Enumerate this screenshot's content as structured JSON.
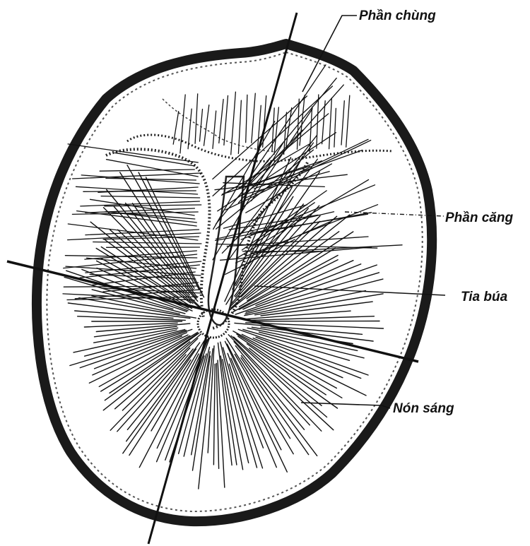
{
  "labels": {
    "pars_flaccida": "Phần chùng",
    "pars_tensa": "Phần căng",
    "malleus_stria": "Tia búa",
    "cone_of_light": "Nón sáng"
  },
  "colors": {
    "ink": "#111111",
    "rim": "#222222",
    "paper": "#ffffff"
  }
}
